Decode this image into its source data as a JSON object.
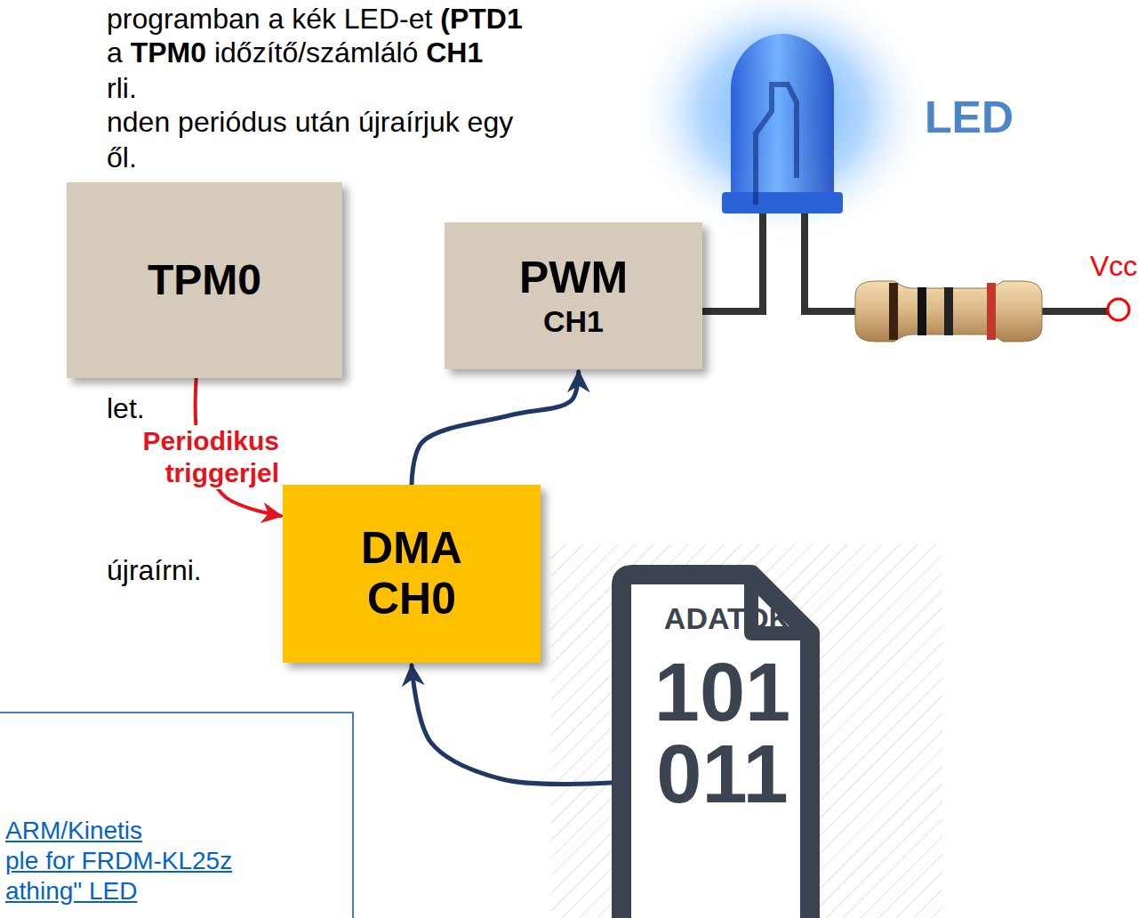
{
  "diagram": {
    "nodes": [
      {
        "text": [
          "TPM0"
        ]
      },
      {
        "text": [
          "PWM",
          "CH1"
        ]
      },
      {
        "text": [
          "DMA",
          "CH0"
        ]
      },
      {
        "text": [
          "ADATOK",
          "101 011"
        ]
      },
      {
        "text": [
          "ARM/Kinetis",
          "ple for FRDM-KL25z",
          "athing\" LED"
        ]
      }
    ],
    "edges": [
      {
        "from": 0,
        "to": 2,
        "arrow": "to",
        "label": "Periodikus triggerjel"
      },
      {
        "from": 2,
        "to": 1,
        "arrow": "to"
      },
      {
        "from": 3,
        "to": 2,
        "arrow": "to"
      }
    ],
    "labels": [
      "programban a kék LED-et (PTD1",
      "a TPM0 időzítő/számláló CH1",
      "rli.",
      "nden periódus után újraírjuk egy",
      "ől.",
      "let.",
      "újraírni.",
      "LED",
      "Vcc"
    ]
  }
}
